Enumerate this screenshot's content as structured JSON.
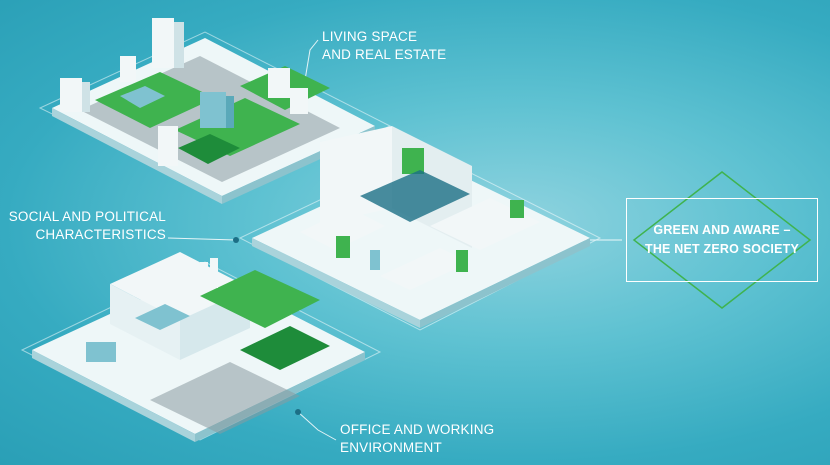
{
  "labels": {
    "living": [
      "LIVING SPACE",
      "AND REAL ESTATE"
    ],
    "social": [
      "SOCIAL AND POLITICAL",
      "CHARACTERISTICS"
    ],
    "office": [
      "OFFICE AND WORKING",
      "ENVIRONMENT"
    ]
  },
  "center": [
    "GREEN AND AWARE –",
    "THE NET ZERO SOCIETY"
  ],
  "colors": {
    "background": "#5fc2d2",
    "green": "#3fb34f",
    "dark_green": "#1e8c3a",
    "line": "#ffffff",
    "platform_top": "#eef7f8",
    "platform_side": "#a9d3db",
    "building": "#f2f7f8",
    "building_blue": "#7fc2d0",
    "road": "#8a9aa1"
  }
}
